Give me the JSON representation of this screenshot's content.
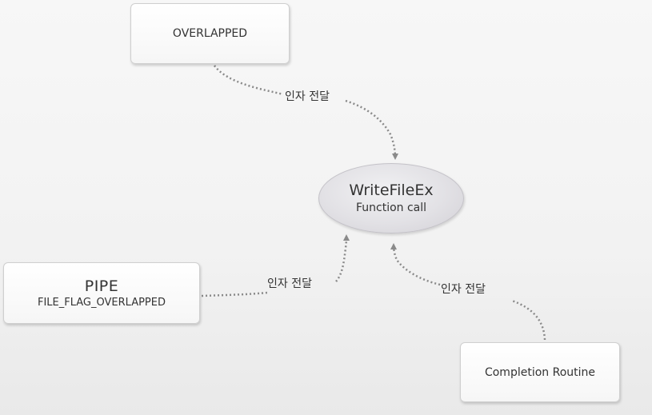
{
  "nodes": {
    "overlapped": {
      "label": "OVERLAPPED"
    },
    "pipe": {
      "title": "PIPE",
      "subtitle": "FILE_FLAG_OVERLAPPED"
    },
    "completion": {
      "label": "Completion Routine"
    },
    "writefileex": {
      "title": "WriteFileEx",
      "subtitle": "Function call"
    }
  },
  "edges": [
    {
      "from": "overlapped",
      "to": "writefileex",
      "label": "인자 전달"
    },
    {
      "from": "pipe",
      "to": "writefileex",
      "label": "인자 전달"
    },
    {
      "from": "completion",
      "to": "writefileex",
      "label": "인자 전달"
    }
  ],
  "colors": {
    "connector": "#8a8a8a",
    "ellipse_fill": "#e2e1e5",
    "box_border": "#cfcfcf"
  }
}
